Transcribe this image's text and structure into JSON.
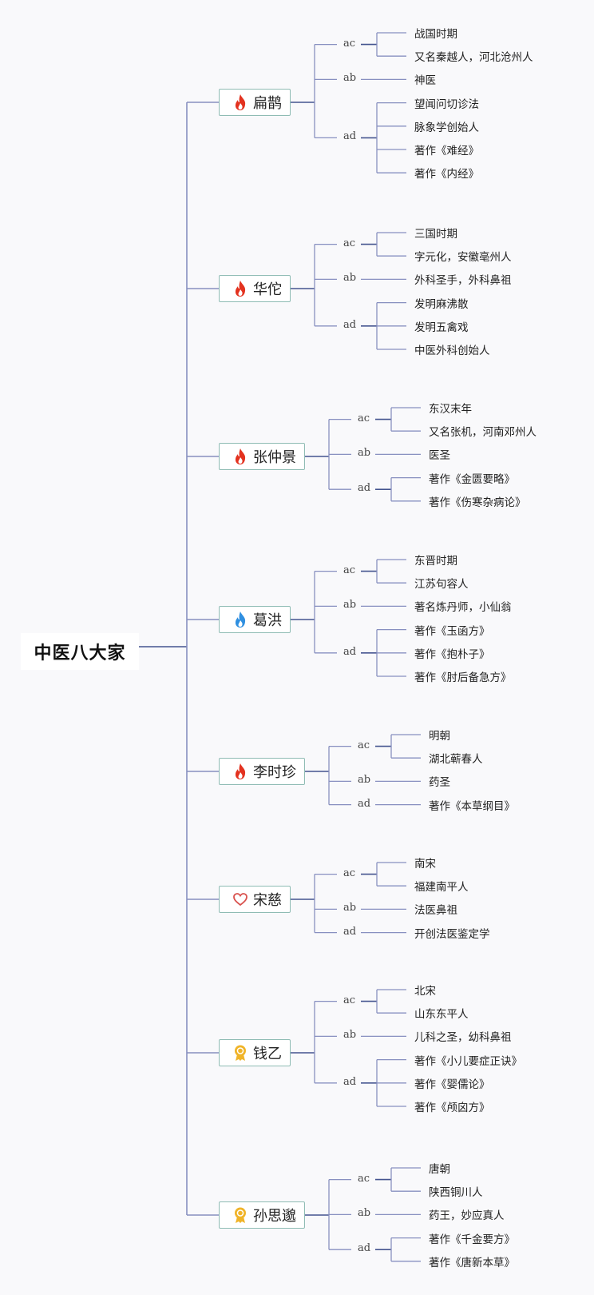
{
  "root": "中医八大家",
  "colors": {
    "line_trunk": "#44548f",
    "line_branch": "#8890c0",
    "node_border": "#8fbcb4",
    "fire": "#e3321f",
    "water": "#2f8fe0",
    "heart": "#d9534f",
    "medal": "#f0b429"
  },
  "doctors": [
    {
      "name": "扁鹊",
      "icon": "fire-icon",
      "groups": [
        {
          "key": "ac",
          "items": [
            "战国时期",
            "又名秦越人，河北沧州人"
          ]
        },
        {
          "key": "ab",
          "items": [
            "神医"
          ]
        },
        {
          "key": "ad",
          "items": [
            "望闻问切诊法",
            "脉象学创始人",
            "著作《难经》",
            "著作《内经》"
          ]
        }
      ]
    },
    {
      "name": "华佗",
      "icon": "fire-icon",
      "groups": [
        {
          "key": "ac",
          "items": [
            "三国时期",
            "字元化，安徽亳州人"
          ]
        },
        {
          "key": "ab",
          "items": [
            "外科圣手，外科鼻祖"
          ]
        },
        {
          "key": "ad",
          "items": [
            "发明麻沸散",
            "发明五禽戏",
            "中医外科创始人"
          ]
        }
      ]
    },
    {
      "name": "张仲景",
      "icon": "fire-icon",
      "groups": [
        {
          "key": "ac",
          "items": [
            "东汉末年",
            "又名张机，河南邓州人"
          ]
        },
        {
          "key": "ab",
          "items": [
            "医圣"
          ]
        },
        {
          "key": "ad",
          "items": [
            "著作《金匮要略》",
            "著作《伤寒杂病论》"
          ]
        }
      ]
    },
    {
      "name": "葛洪",
      "icon": "water-drop-icon",
      "groups": [
        {
          "key": "ac",
          "items": [
            "东晋时期",
            "江苏句容人"
          ]
        },
        {
          "key": "ab",
          "items": [
            "著名炼丹师，小仙翁"
          ]
        },
        {
          "key": "ad",
          "items": [
            "著作《玉函方》",
            "著作《抱朴子》",
            "著作《肘后备急方》"
          ]
        }
      ]
    },
    {
      "name": "李时珍",
      "icon": "fire-icon",
      "groups": [
        {
          "key": "ac",
          "items": [
            "明朝",
            "湖北蕲春人"
          ]
        },
        {
          "key": "ab",
          "items": [
            "药圣"
          ]
        },
        {
          "key": "ad",
          "items": [
            "著作《本草纲目》"
          ]
        }
      ]
    },
    {
      "name": "宋慈",
      "icon": "heart-icon",
      "groups": [
        {
          "key": "ac",
          "items": [
            "南宋",
            "福建南平人"
          ]
        },
        {
          "key": "ab",
          "items": [
            "法医鼻祖"
          ]
        },
        {
          "key": "ad",
          "items": [
            "开创法医鉴定学"
          ]
        }
      ]
    },
    {
      "name": "钱乙",
      "icon": "medal-icon",
      "groups": [
        {
          "key": "ac",
          "items": [
            "北宋",
            "山东东平人"
          ]
        },
        {
          "key": "ab",
          "items": [
            "儿科之圣，幼科鼻祖"
          ]
        },
        {
          "key": "ad",
          "items": [
            "著作《小儿要症正诀》",
            "著作《婴儒论》",
            "著作《颅囟方》"
          ]
        }
      ]
    },
    {
      "name": "孙思邈",
      "icon": "medal-icon",
      "groups": [
        {
          "key": "ac",
          "items": [
            "唐朝",
            "陕西铜川人"
          ]
        },
        {
          "key": "ab",
          "items": [
            "药王，妙应真人"
          ]
        },
        {
          "key": "ad",
          "items": [
            "著作《千金要方》",
            "著作《唐新本草》"
          ]
        }
      ]
    }
  ]
}
